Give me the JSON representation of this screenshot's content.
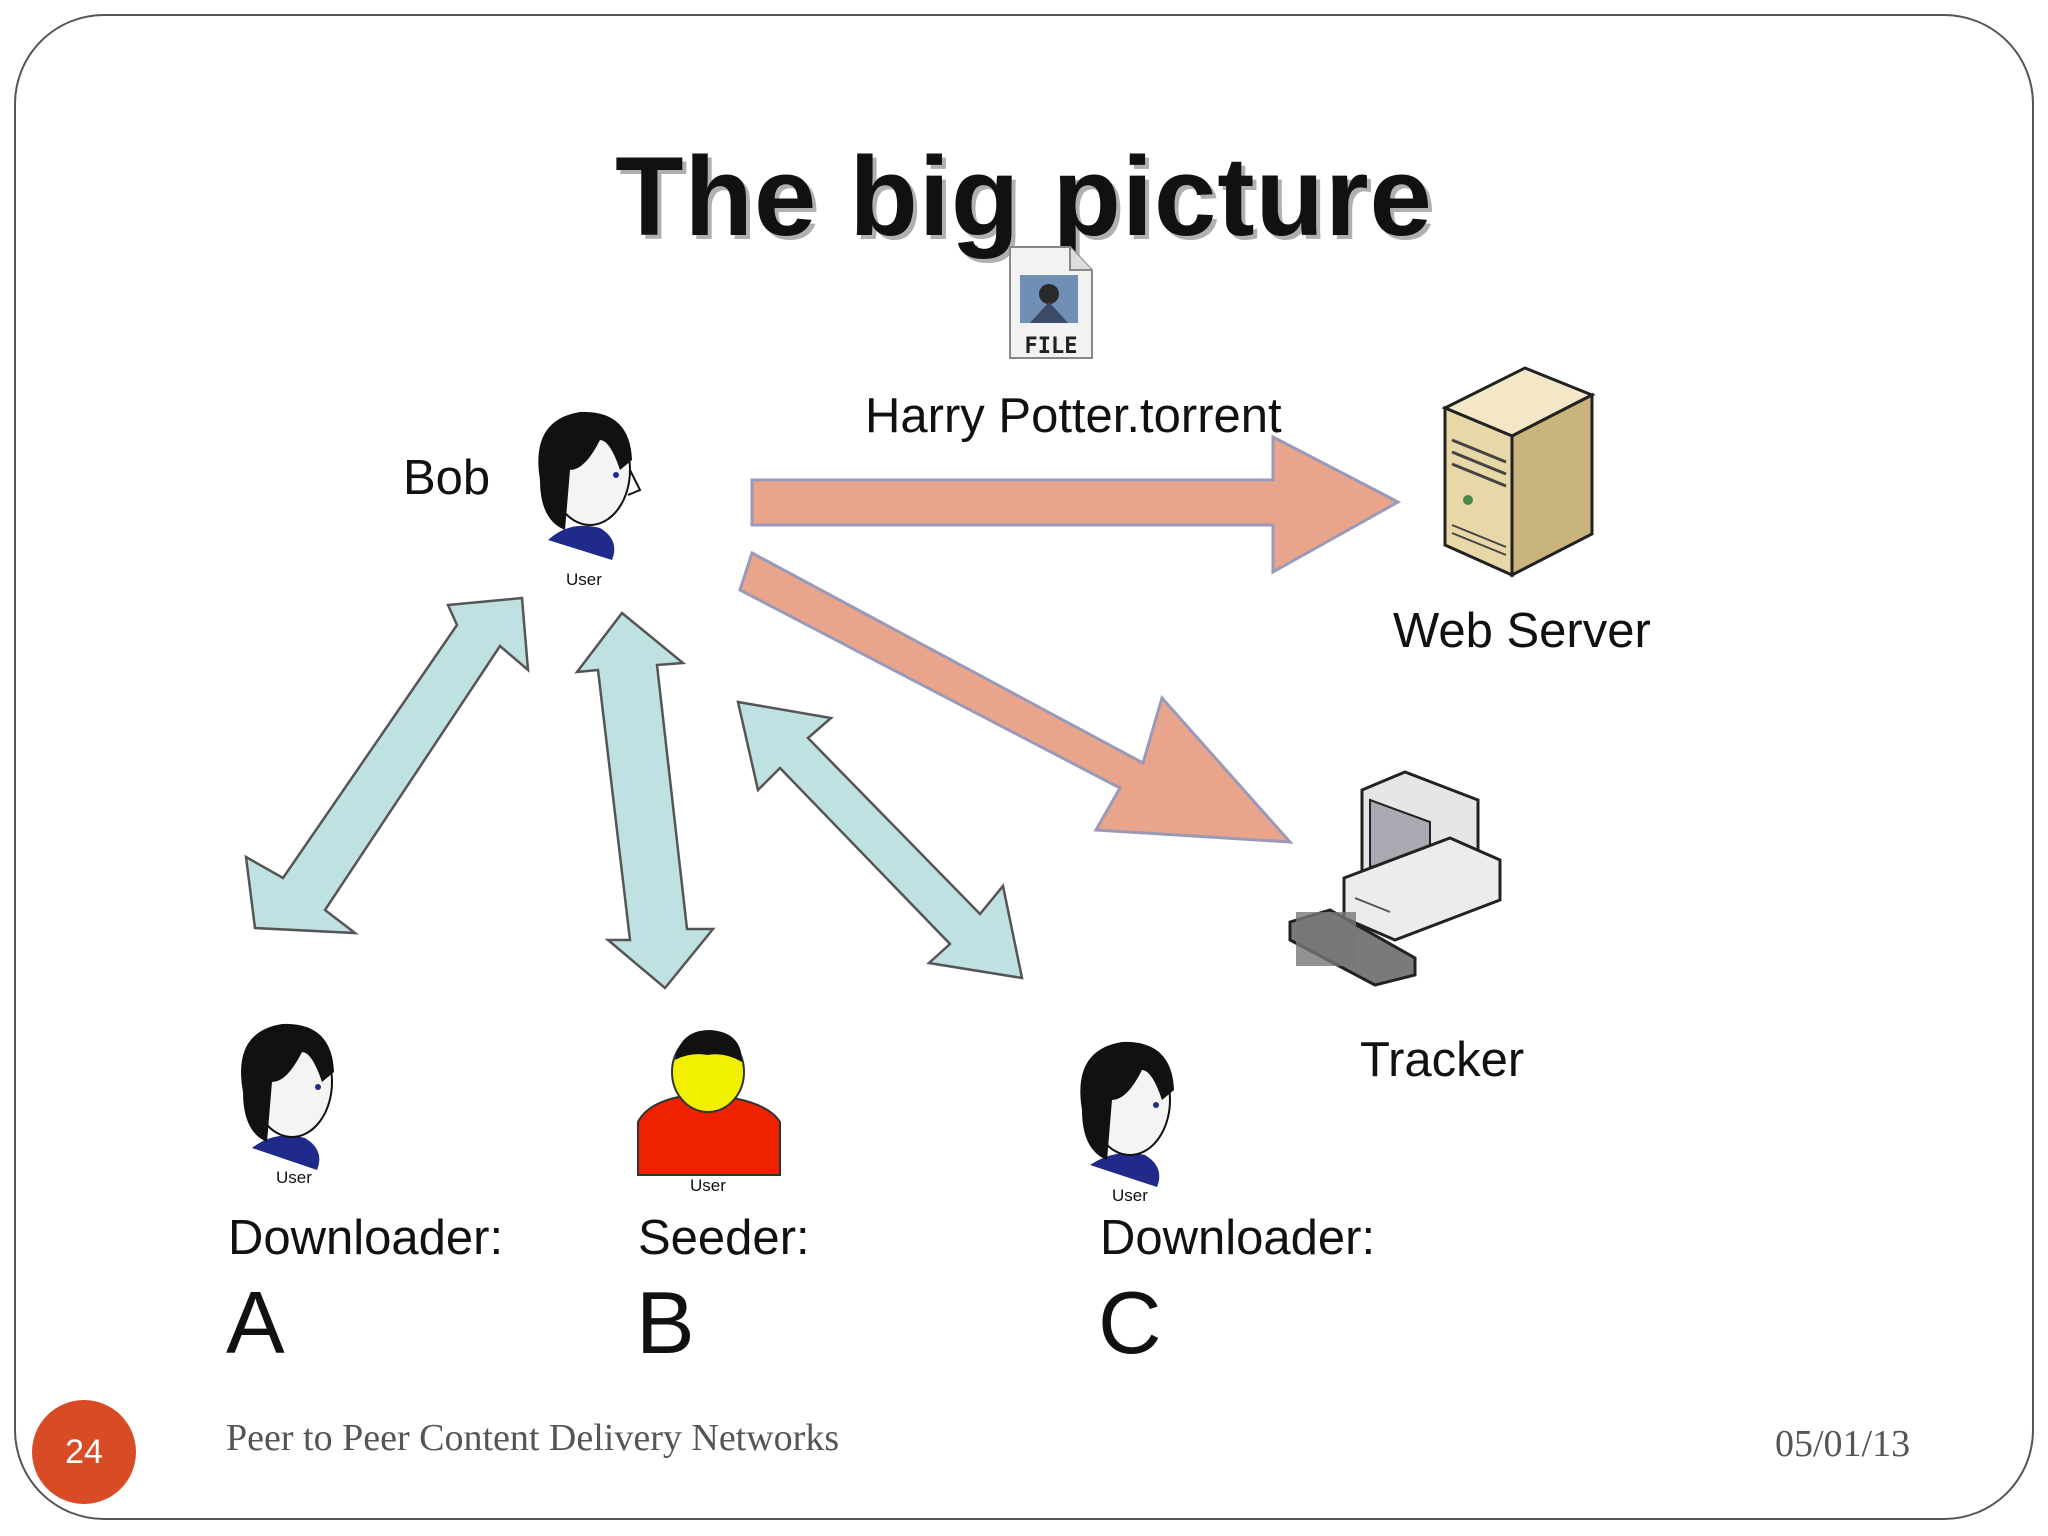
{
  "slide": {
    "title": "The big picture",
    "page_number": "24",
    "footer_text": "Peer to Peer Content Delivery Networks",
    "date": "05/01/13"
  },
  "nodes": {
    "bob": "Bob",
    "torrent_file": "Harry Potter.torrent",
    "file_icon_label": "FILE",
    "web_server": "Web Server",
    "tracker": "Tracker",
    "downloader_a": {
      "role": "Downloader:",
      "letter": "A"
    },
    "seeder_b": {
      "role": "Seeder:",
      "letter": "B"
    },
    "downloader_c": {
      "role": "Downloader:",
      "letter": "C"
    },
    "user_caption": "User"
  },
  "colors": {
    "request_arrow": "#e8a58c",
    "peer_arrow": "#bfe1e1",
    "page_badge": "#d94b24"
  }
}
